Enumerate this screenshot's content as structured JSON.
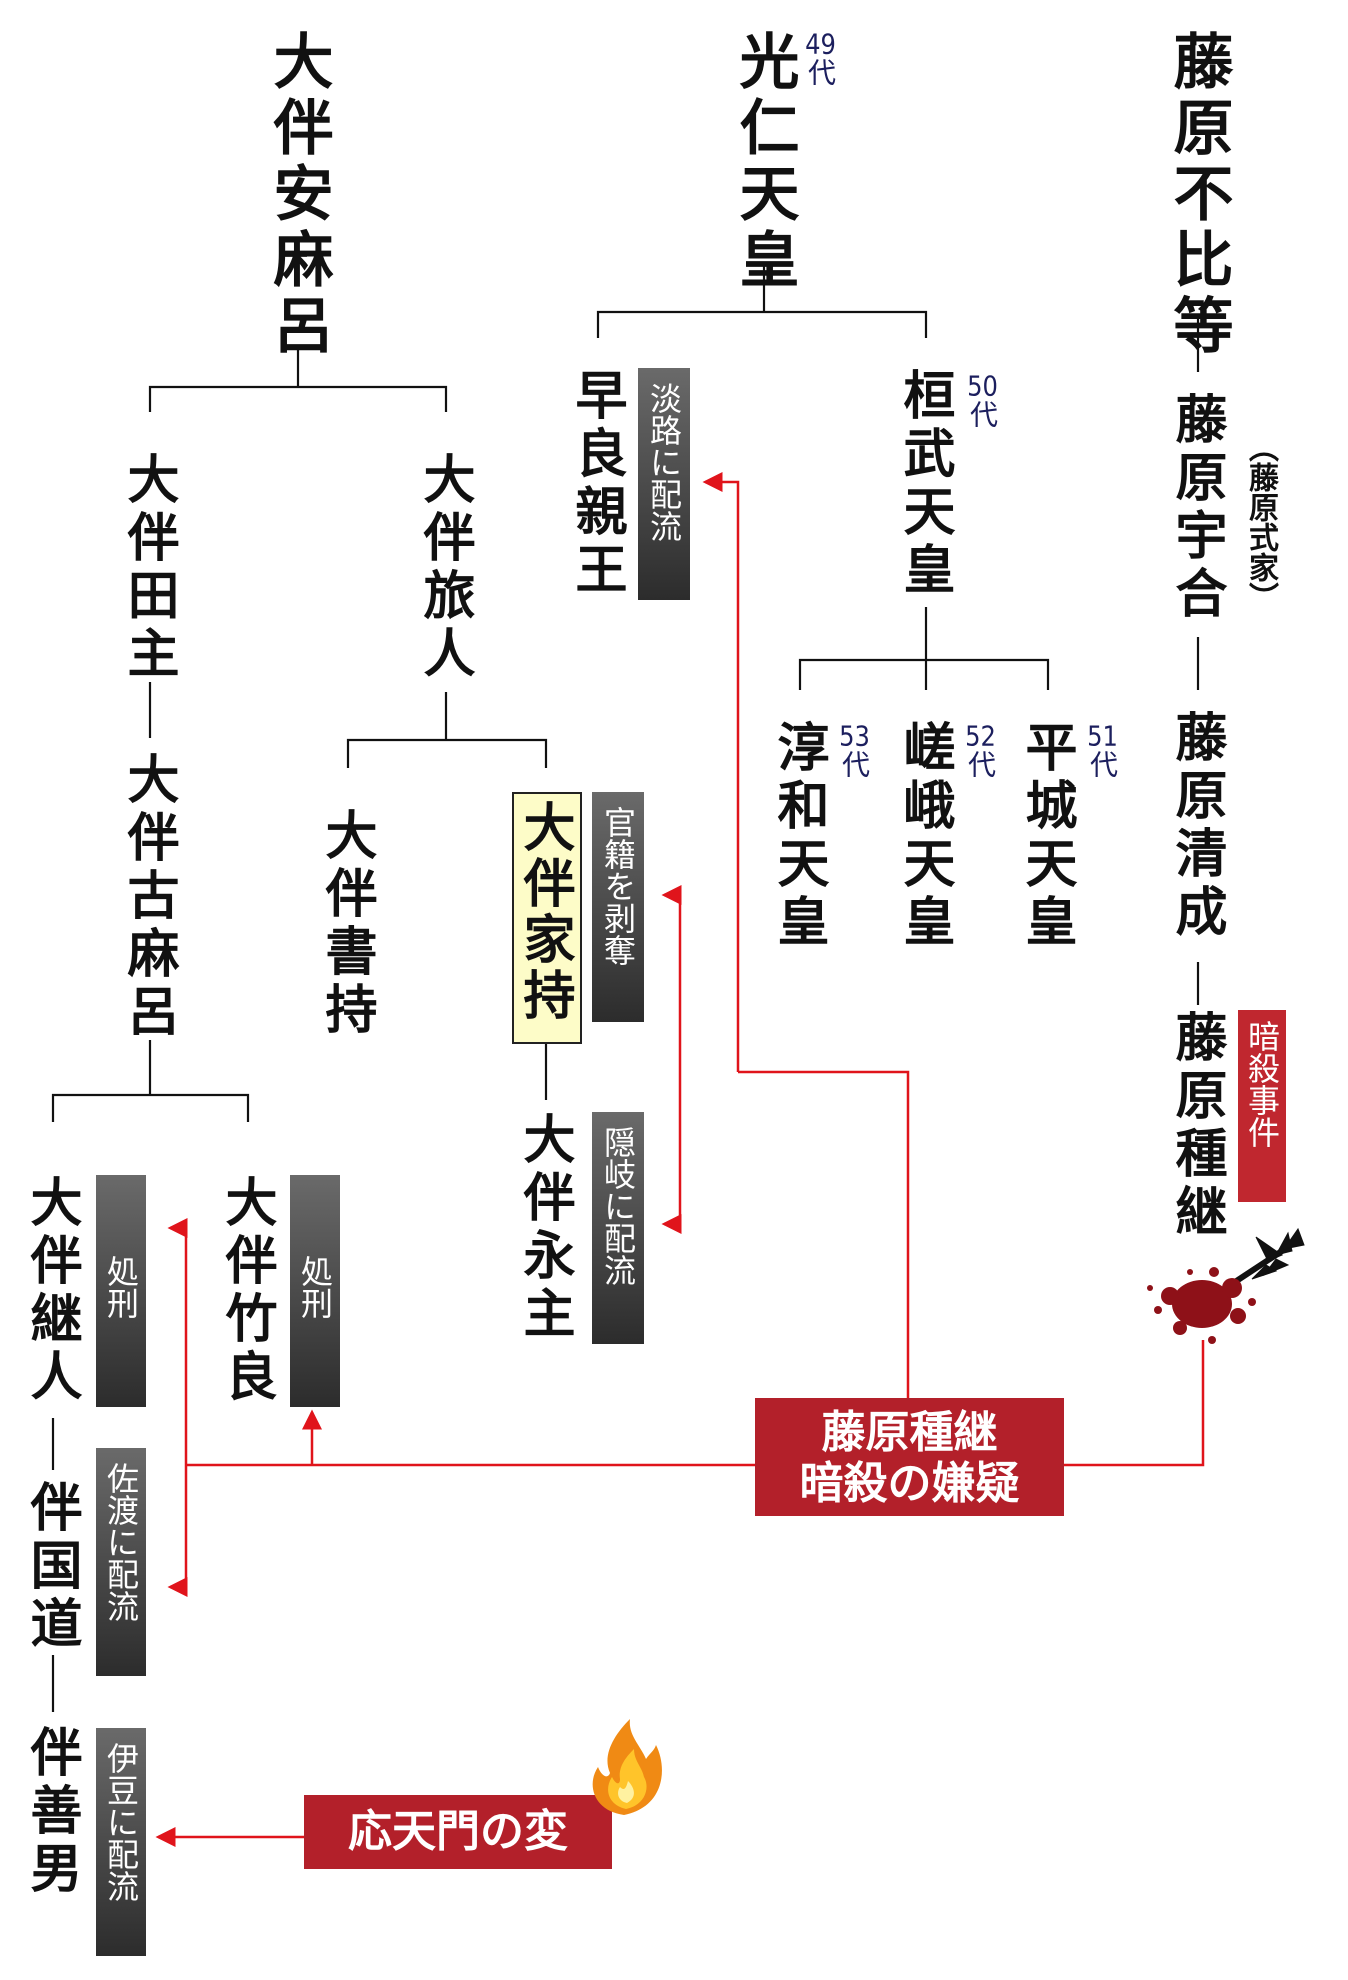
{
  "persons": {
    "otomo_yasumaro": "大伴安麻呂",
    "otomo_tanushi": "大伴田主",
    "otomo_tabito": "大伴旅人",
    "otomo_komaro": "大伴古麻呂",
    "otomo_fumimochi": "大伴書持",
    "otomo_yakamochi": "大伴家持",
    "otomo_nagamochi": "大伴永主",
    "otomo_tsuguhito": "大伴継人",
    "otomo_takeyoshi": "大伴竹良",
    "tomo_kunimichi": "伴国道",
    "tomo_yoshio": "伴善男",
    "konin": "光仁天皇",
    "sawara": "早良親王",
    "kanmu": "桓武天皇",
    "junna": "淳和天皇",
    "saga": "嵯峨天皇",
    "heizei": "平城天皇",
    "fuhito": "藤原不比等",
    "umakai": "藤原宇合",
    "kiyonari": "藤原清成",
    "tanetsugu": "藤原種継"
  },
  "generations": {
    "konin": {
      "num": "49",
      "suffix": "代"
    },
    "kanmu": {
      "num": "50",
      "suffix": "代"
    },
    "heizei": {
      "num": "51",
      "suffix": "代"
    },
    "saga": {
      "num": "52",
      "suffix": "代"
    },
    "junna": {
      "num": "53",
      "suffix": "代"
    }
  },
  "subtitles": {
    "shikike": "（藤原式家）"
  },
  "tags": {
    "sawara": "淡路に配流",
    "yakamochi": "官籍を剥奪",
    "nagamochi": "隠岐に配流",
    "tsuguhito": "処刑",
    "takeyoshi": "処刑",
    "kunimichi": "佐渡に配流",
    "yoshio": "伊豆に配流",
    "tanetsugu": "暗殺事件"
  },
  "incidents": {
    "tanetsugu_line1": "藤原種継",
    "tanetsugu_line2": "暗殺の嫌疑",
    "otenmon": "応天門の変"
  },
  "colors": {
    "line": "#111111",
    "arrow": "#e0141b",
    "incident_bg": "#b3202a",
    "tag_dark": "#3a3a3a",
    "generation_text": "#1c1f5e",
    "highlight": "#fdfcc8"
  },
  "icons": {
    "arrow": "arrow-icon",
    "blood": "blood-splatter-icon",
    "fire": "fire-icon"
  }
}
